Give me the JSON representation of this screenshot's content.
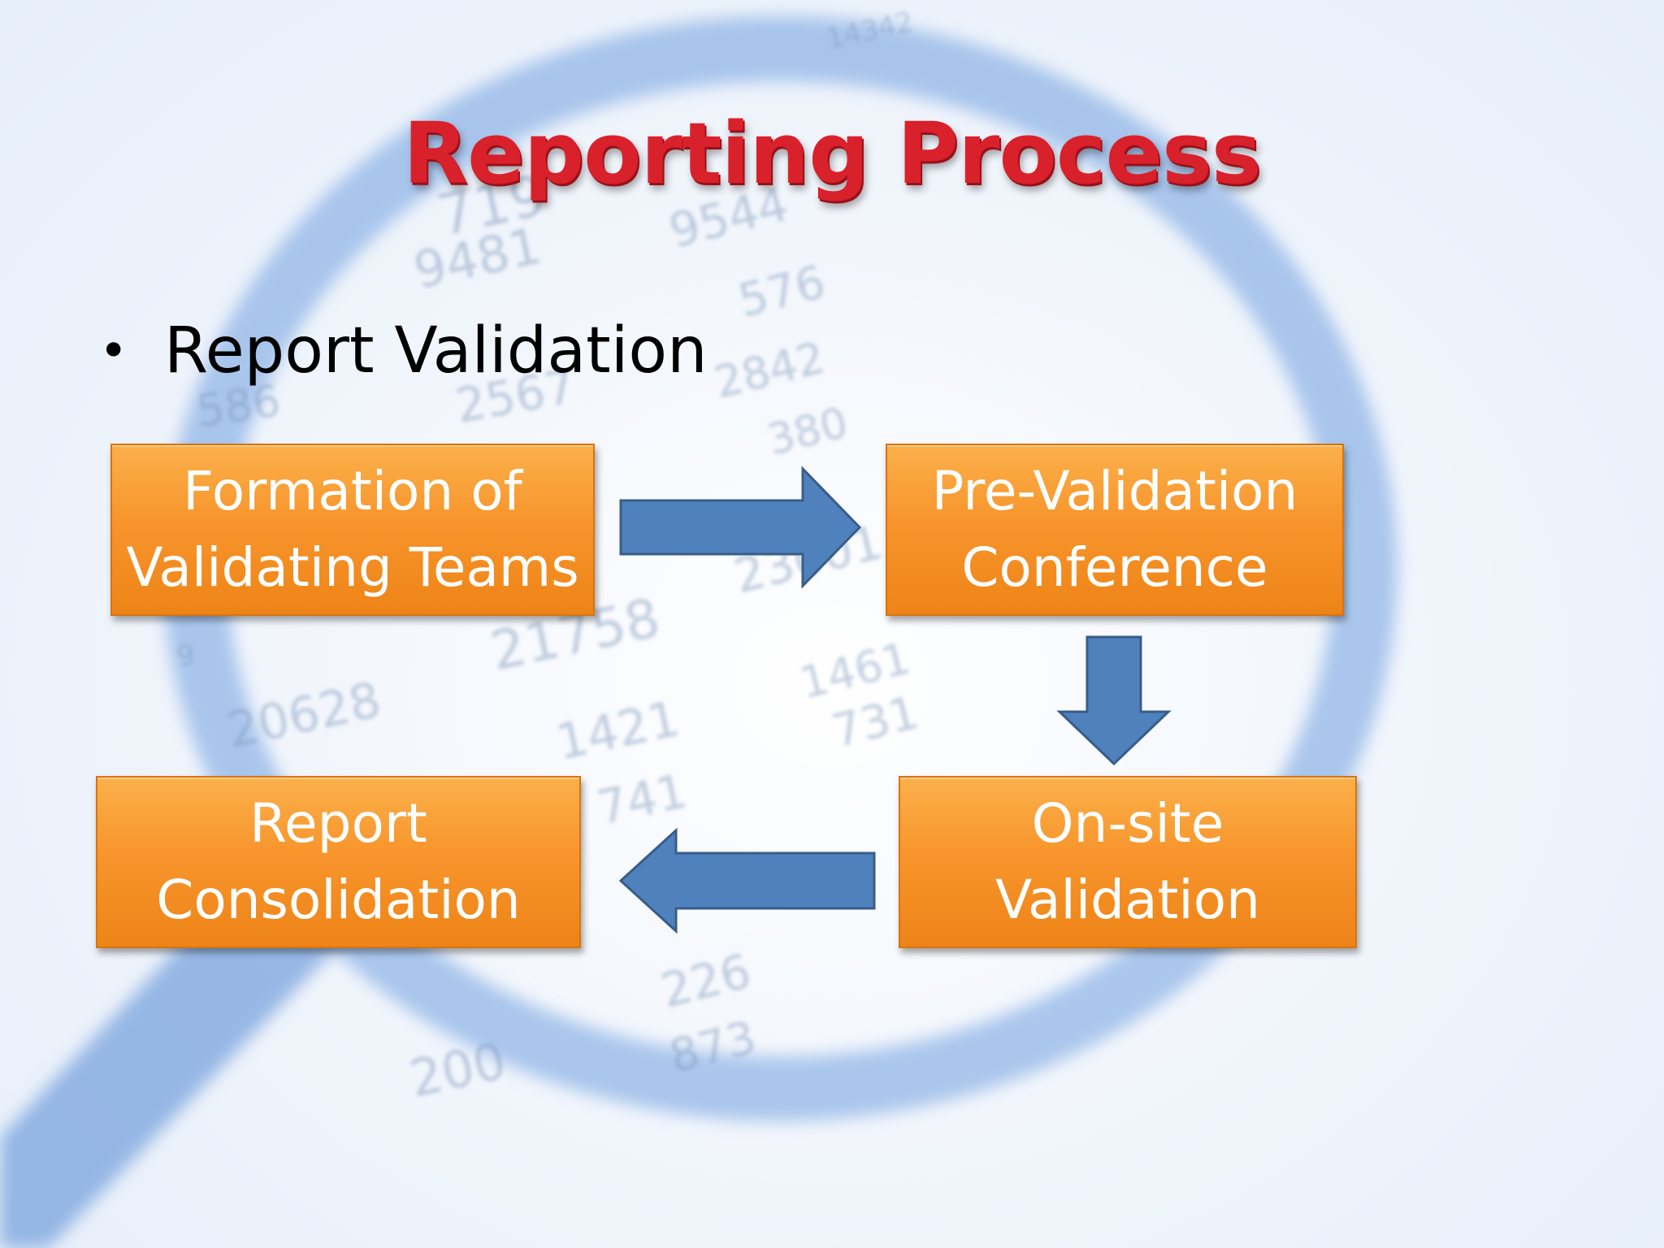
{
  "slide": {
    "title": "Reporting Process",
    "bullet": {
      "symbol": "•",
      "text": "Report Validation"
    },
    "steps": [
      {
        "id": "formation",
        "lines": [
          "Formation of",
          "Validating Teams"
        ]
      },
      {
        "id": "prevalidation",
        "lines": [
          "Pre-Validation",
          "Conference"
        ]
      },
      {
        "id": "onsite",
        "lines": [
          "On-site",
          "Validation"
        ]
      },
      {
        "id": "consolidation",
        "lines": [
          "Report",
          "Consolidation"
        ]
      }
    ],
    "background_numbers": [
      "9481",
      "2567",
      "586",
      "21758",
      "20628",
      "1421",
      "741",
      "1461",
      "731",
      "226",
      "873",
      "200",
      "9544",
      "576",
      "2842",
      "380",
      "23001",
      "719",
      "14342",
      "9"
    ],
    "colors": {
      "title": "#d9212b",
      "box_fill": "#f7952c",
      "box_text": "#ffffff",
      "arrow_fill": "#4f81bd",
      "arrow_stroke": "#385d8a",
      "magnifier": "#5b8fd6"
    }
  }
}
